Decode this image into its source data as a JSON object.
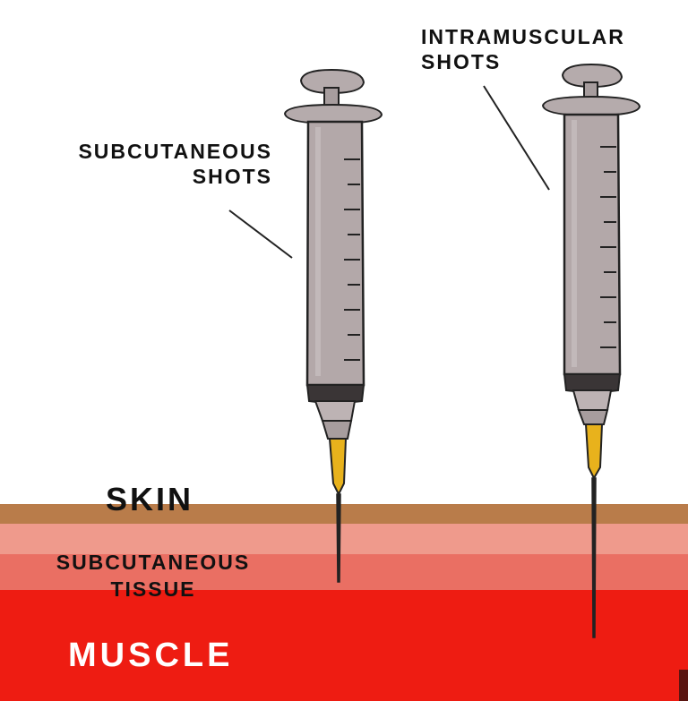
{
  "labels": {
    "subcutaneous_shots": [
      "SUBCUTANEOUS",
      "SHOTS"
    ],
    "intramuscular_shots": [
      "INTRAMUSCULAR",
      "SHOTS"
    ],
    "skin": "SKIN",
    "subcutaneous_tissue": [
      "SUBCUTANEOUS",
      "TISSUE"
    ],
    "muscle": "MUSCLE"
  },
  "colors": {
    "skin": "#b97c4a",
    "subcutaneous_tissue_light": "#ef9a8c",
    "subcutaneous_tissue_dark": "#ea6f63",
    "muscle": "#ee1c12",
    "syringe_barrel": "#b3a8a9",
    "needle_hub": "#e8b21c",
    "outline": "#222222"
  },
  "icons": {
    "left_syringe": "syringe-icon",
    "right_syringe": "syringe-icon"
  }
}
